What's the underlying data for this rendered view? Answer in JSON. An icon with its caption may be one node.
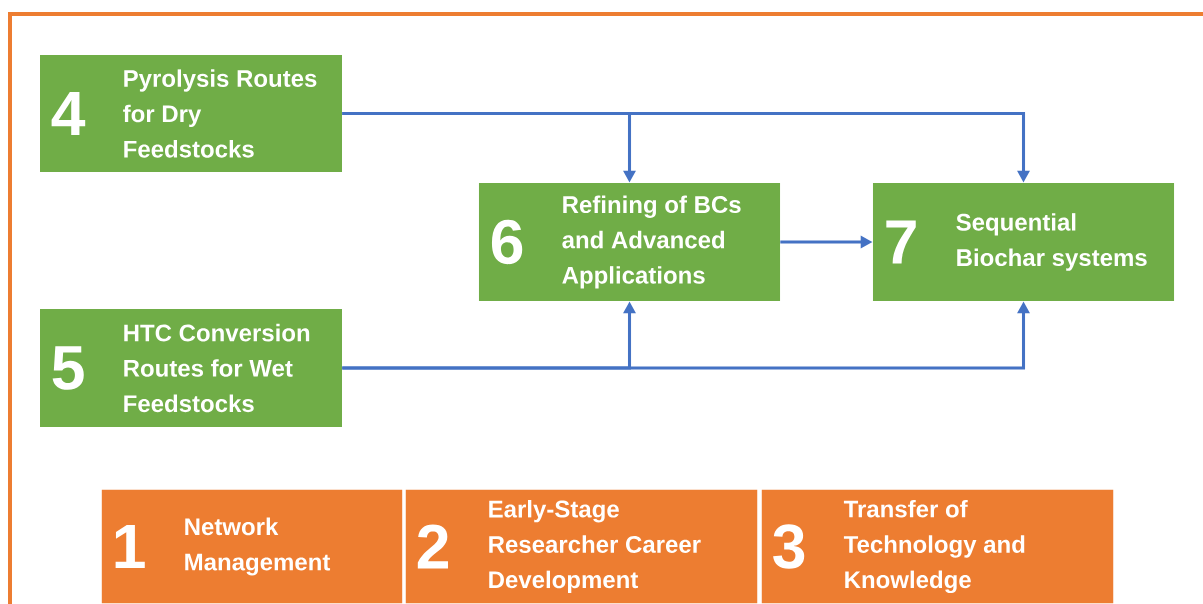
{
  "diagram": {
    "nodes": [
      {
        "text": [
          "4",
          "Pyrolysis Routes for Dry Feedstocks"
        ]
      },
      {
        "text": [
          "6",
          "Refining of BCs and Advanced Applications"
        ]
      },
      {
        "text": [
          "7",
          "Sequential Biochar systems"
        ]
      },
      {
        "text": [
          "5",
          "HTC Conversion Routes for Wet Feedstocks"
        ]
      },
      {
        "text": [
          "1",
          "Network Management"
        ]
      },
      {
        "text": [
          "2",
          "Early-Stage Researcher Career Development"
        ]
      },
      {
        "text": [
          "3",
          "Transfer of Technology and Knowledge"
        ]
      }
    ],
    "edges": [
      {
        "from": 0,
        "to": 1,
        "arrow": "to"
      },
      {
        "from": 0,
        "to": 2,
        "arrow": "to"
      },
      {
        "from": 3,
        "to": 1,
        "arrow": "to"
      },
      {
        "from": 3,
        "to": 2,
        "arrow": "to"
      },
      {
        "from": 1,
        "to": 2,
        "arrow": "to"
      }
    ]
  }
}
